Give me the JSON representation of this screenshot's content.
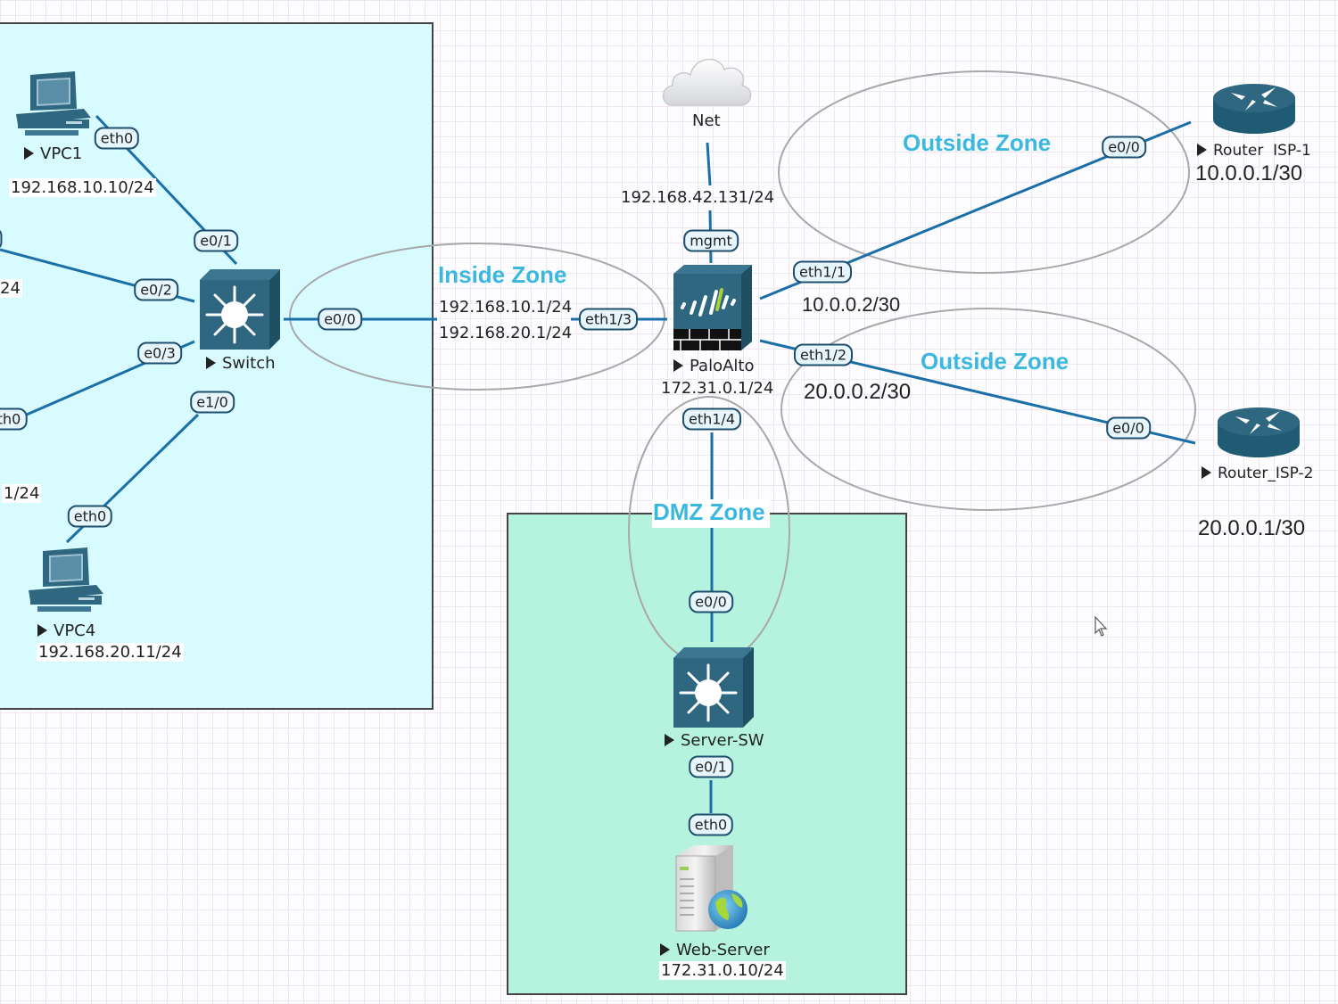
{
  "diagram": {
    "zones": {
      "inside": "Inside Zone",
      "outside1": "Outside Zone",
      "outside2": "Outside Zone",
      "dmz": "DMZ Zone"
    },
    "nodes": {
      "vpc1": {
        "name": "VPC1",
        "ip": "192.168.10.10/24"
      },
      "vpc4": {
        "name": "VPC4",
        "ip": "192.168.20.11/24"
      },
      "switch": {
        "name": "Switch"
      },
      "net": {
        "name": "Net",
        "ip": "192.168.42.131/24"
      },
      "paloalto": {
        "name": "PaloAlto",
        "ip": "172.31.0.1/24",
        "inside_ips": [
          "192.168.10.1/24",
          "192.168.20.1/24"
        ]
      },
      "isp1": {
        "name": "Router  ISP-1",
        "ip": "10.0.0.1/30",
        "fw_ip": "10.0.0.2/30"
      },
      "isp2": {
        "name": "Router_ISP-2",
        "ip": "20.0.0.1/30",
        "fw_ip": "20.0.0.2/30"
      },
      "server_sw": {
        "name": "Server-SW"
      },
      "web_server": {
        "name": "Web-Server",
        "ip": "172.31.0.10/24"
      }
    },
    "partial_labels": {
      "left_ip_1": "24",
      "left_ip_2": "1/24",
      "left_port_1": "",
      "left_port_2": "th0"
    },
    "ports": {
      "vpc1_eth0": "eth0",
      "sw_e0_1": "e0/1",
      "sw_e0_2": "e0/2",
      "sw_e0_3": "e0/3",
      "sw_e1_0": "e1/0",
      "sw_e0_0": "e0/0",
      "vpc4_eth0": "eth0",
      "pa_eth1_3": "eth1/3",
      "pa_mgmt": "mgmt",
      "pa_eth1_1": "eth1/1",
      "pa_eth1_2": "eth1/2",
      "pa_eth1_4": "eth1/4",
      "isp1_e0_0": "e0/0",
      "isp2_e0_0": "e0/0",
      "ssw_e0_0": "e0/0",
      "ssw_e0_1": "e0/1",
      "web_eth0": "eth0"
    },
    "colors": {
      "link": "#1a6fa8",
      "zone_text": "#3ab8e0",
      "device": "#2f6680",
      "inside_area": "#d8fbff",
      "dmz_area": "#b5f3de"
    }
  }
}
